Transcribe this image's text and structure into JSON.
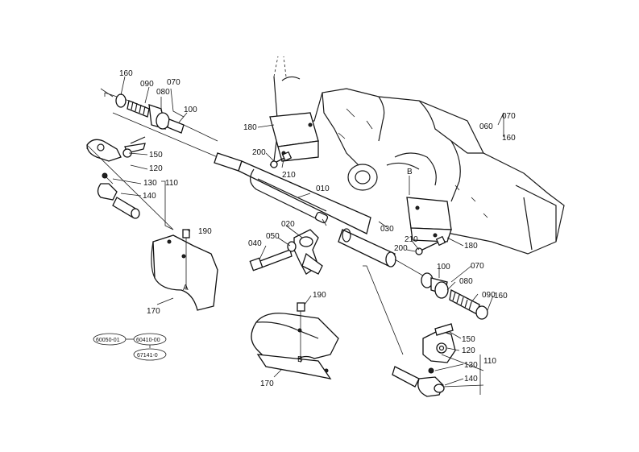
{
  "diagram": {
    "labels": {
      "p160_top": "160",
      "p090_top": "090",
      "p070_top": "070",
      "p080_top": "080",
      "p100_top": "100",
      "p150_left": "150",
      "p120_left": "120",
      "p130_left": "130",
      "p110_left": "110",
      "p140_left": "140",
      "p180_top": "180",
      "p200_top": "200",
      "p210_top": "210",
      "p060": "060",
      "p070_right": "070",
      "p160_right": "160",
      "pB_top": "B",
      "p010": "010",
      "p030": "030",
      "p020": "020",
      "p050": "050",
      "p040": "040",
      "p190_left": "190",
      "pA": "A",
      "p170_left": "170",
      "p210_right": "210",
      "p200_right": "200",
      "p180_right": "180",
      "p100_right": "100",
      "p070_right2": "070",
      "p080_right": "080",
      "p090_right": "090",
      "p160_right2": "160",
      "p150_right": "150",
      "p120_right": "120",
      "p110_right": "110",
      "p130_right": "130",
      "p140_right": "140",
      "p190_center": "190",
      "pB_center": "B",
      "p170_center": "170"
    },
    "serials": {
      "serial_1": "60050-01",
      "serial_2": "60410-00",
      "serial_3": "67141-0"
    }
  }
}
